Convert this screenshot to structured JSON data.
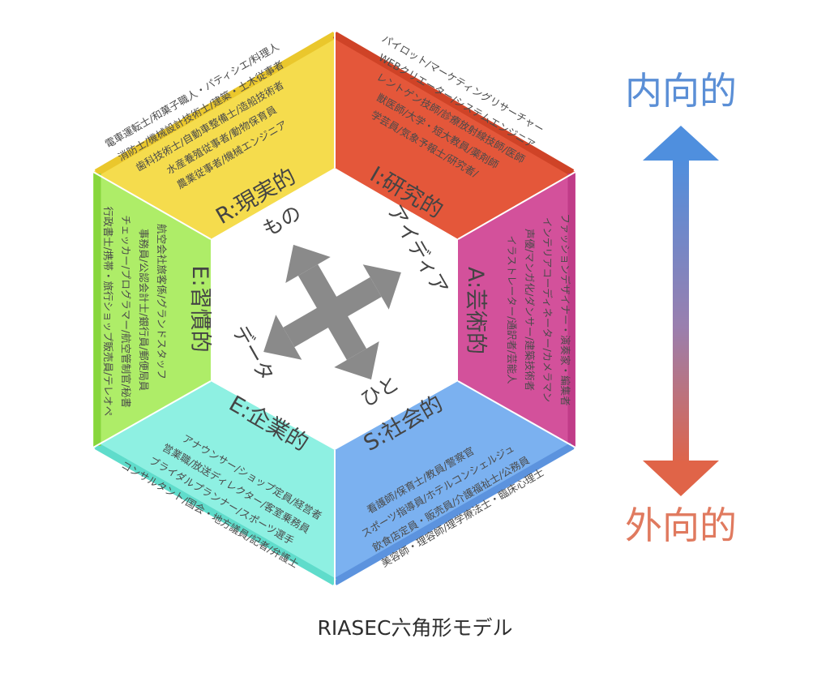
{
  "caption": "RIASEC六角形モデル",
  "axis": {
    "top_label": "内向的",
    "bottom_label": "外向的",
    "top_color": "#5b8fd6",
    "bottom_color": "#e07a5f"
  },
  "center": {
    "words": [
      "もの",
      "アイディア",
      "ひと",
      "データ"
    ],
    "arrow_color": "#8a8a8a"
  },
  "sectors": {
    "R": {
      "title": "R:現実的",
      "color": "#f5dc4d",
      "side_color": "#eac72c",
      "jobs": [
        "電車運転士/和菓子職人・パティシエ/料理人",
        "消防士/機械設計技術士/建築・土木従事者",
        "歯科技術士/自動車整備士/造船技術者",
        "水産養殖従事者/動物保育員",
        "農業従事者/機械エンジニア"
      ]
    },
    "I": {
      "title": "I:研究的",
      "color": "#e4573a",
      "side_color": "#cf4327",
      "jobs": [
        "パイロット/マーケティングリサーチャー",
        "WEBクリエーター/システムエンジニア",
        "レントゲン技師/診療放射線技師/医師",
        "獣医師/大学・短大教員/薬剤師",
        "学芸員/気象予報士/研究者/"
      ]
    },
    "A": {
      "title": "A:芸術的",
      "color": "#d3519b",
      "side_color": "#c03c88",
      "jobs": [
        "ファッションデザイナー・演奏家・編集者",
        "インテリアコーディネーター/カメラマン",
        "声優/マンガ化/ダンサー/建築技術者",
        "イラストレーター/通訳者/芸能人"
      ]
    },
    "S": {
      "title": "S:社会的",
      "color": "#7bb1f0",
      "side_color": "#5c93de",
      "jobs": [
        "看護師/保育士/教員/警察官",
        "スポーツ指導員/ホテルコンシェルジュ",
        "飲食店定員・販売員/介護福祉士/公務員",
        "美容師・理容師/理学療法士・臨床心理士"
      ]
    },
    "E": {
      "title": "E:企業的",
      "color": "#8ef0e2",
      "side_color": "#5fdccb",
      "jobs": [
        "アナウンサー/ショップ定員/経営者",
        "営業職/放送ディレクター/客室乗務員",
        "ブライダルプランナー/スポーツ選手",
        "コンサルタント/国会・地方議員/記者/弁護士"
      ]
    },
    "C": {
      "title": "E:習慣的",
      "color": "#aeed68",
      "side_color": "#88d63c",
      "jobs": [
        "航空会社旅客係/グランドスタッフ",
        "事務員/公認会計士/銀行員/郵便局員",
        "チェッカー/プログラマー/航空管制官/秘書",
        "行政書士/携帯・旅行ショップ販売員/テレオペ"
      ]
    }
  }
}
